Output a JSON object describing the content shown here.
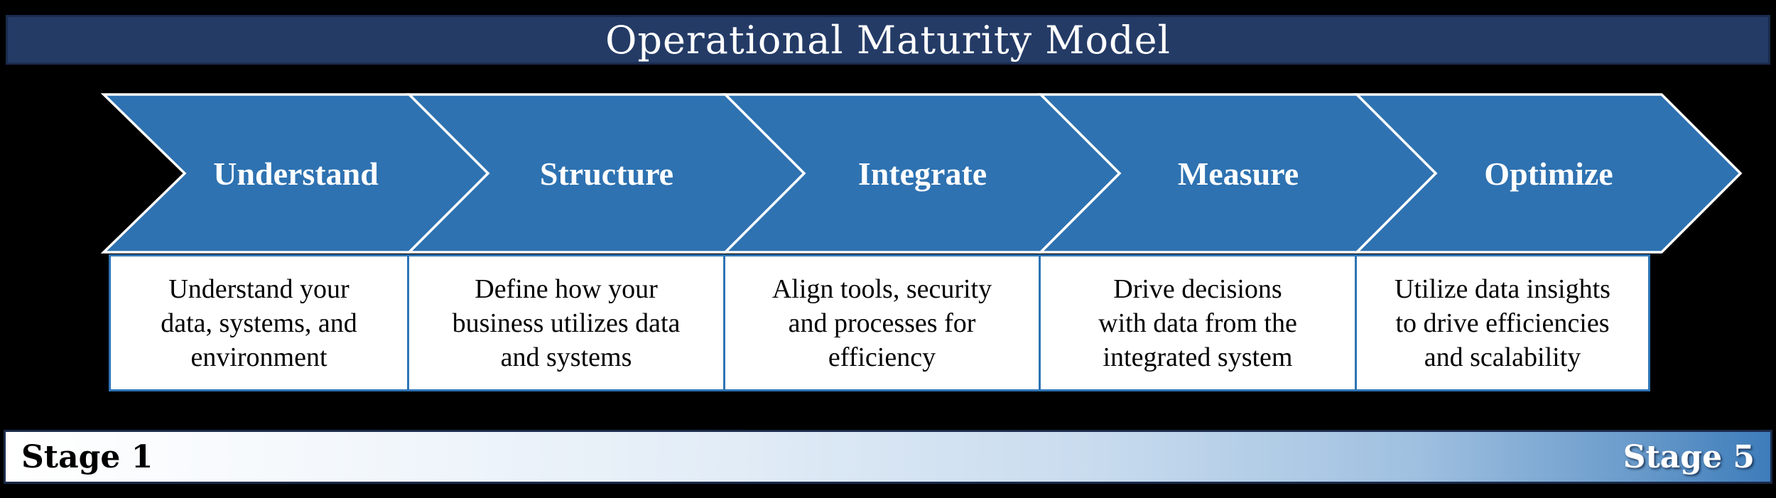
{
  "title": "Operational Maturity Model",
  "stages": [
    {
      "label": "Understand",
      "description": "Understand your\ndata, systems, and\nenvironment"
    },
    {
      "label": "Structure",
      "description": "Define how your\nbusiness utilizes data\nand systems"
    },
    {
      "label": "Integrate",
      "description": "Align tools, security\nand processes for\nefficiency"
    },
    {
      "label": "Measure",
      "description": "Drive decisions\nwith data from the\nintegrated system"
    },
    {
      "label": "Optimize",
      "description": "Utilize data insights\nto drive efficiencies\nand scalability"
    }
  ],
  "footer": {
    "start_label": "Stage 1",
    "end_label": "Stage 5"
  },
  "colors": {
    "background": "#000000",
    "header_fill": "#243B66",
    "header_border": "#1B2B4E",
    "chevron_fill": "#2E72B1",
    "chevron_outline": "#FFFFFF",
    "description_border": "#2E74B5",
    "description_fill": "#FFFFFF",
    "footer_border": "#1B2B4B",
    "footer_gradient_start": "#FFFFFF",
    "footer_gradient_end": "#3D7CBA",
    "text_dark": "#000000",
    "text_light": "#FFFFFF"
  }
}
